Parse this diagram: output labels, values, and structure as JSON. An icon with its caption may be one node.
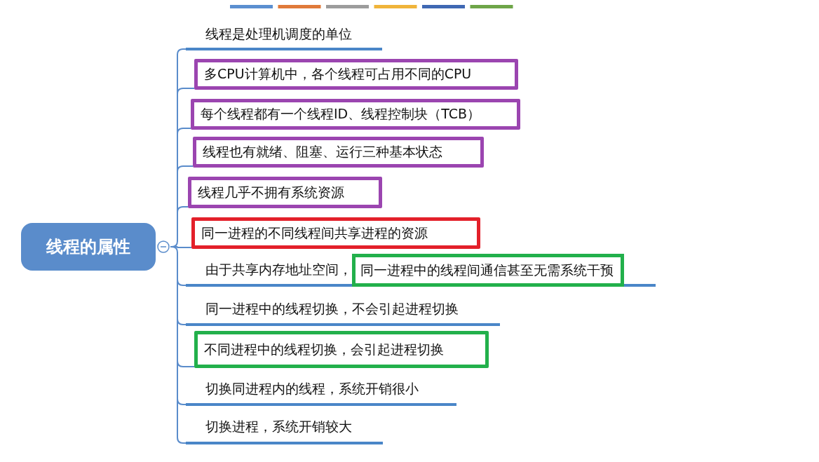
{
  "diagram": {
    "nodes": [
      {
        "text": [
          "线程的属性"
        ]
      },
      {
        "text": [
          "线程是处理机调度的单位"
        ]
      },
      {
        "text": [
          "多CPU计算机中，各个线程可占用不同的CPU"
        ]
      },
      {
        "text": [
          "每个线程都有一个线程ID、线程控制块（TCB）"
        ]
      },
      {
        "text": [
          "线程也有就绪、阻塞、运行三种基本状态"
        ]
      },
      {
        "text": [
          "线程几乎不拥有系统资源"
        ]
      },
      {
        "text": [
          "同一进程的不同线程间共享进程的资源"
        ]
      },
      {
        "text": [
          "由于共享内存地址空间，",
          "同一进程中的线程间通信甚至无需系统干预"
        ]
      },
      {
        "text": [
          "同一进程中的线程切换，不会引起进程切换"
        ]
      },
      {
        "text": [
          "不同进程中的线程切换，会引起进程切换"
        ]
      },
      {
        "text": [
          "切换同进程内的线程，系统开销很小"
        ]
      },
      {
        "text": [
          "切换进程，系统开销较大"
        ]
      }
    ],
    "edges": [
      {
        "from": 0,
        "to": 1,
        "arrow": "none"
      },
      {
        "from": 0,
        "to": 2,
        "arrow": "none"
      },
      {
        "from": 0,
        "to": 3,
        "arrow": "none"
      },
      {
        "from": 0,
        "to": 4,
        "arrow": "none"
      },
      {
        "from": 0,
        "to": 5,
        "arrow": "none"
      },
      {
        "from": 0,
        "to": 6,
        "arrow": "none"
      },
      {
        "from": 0,
        "to": 7,
        "arrow": "none"
      },
      {
        "from": 0,
        "to": 8,
        "arrow": "none"
      },
      {
        "from": 0,
        "to": 9,
        "arrow": "none"
      },
      {
        "from": 0,
        "to": 10,
        "arrow": "none"
      },
      {
        "from": 0,
        "to": 11,
        "arrow": "none"
      }
    ]
  }
}
